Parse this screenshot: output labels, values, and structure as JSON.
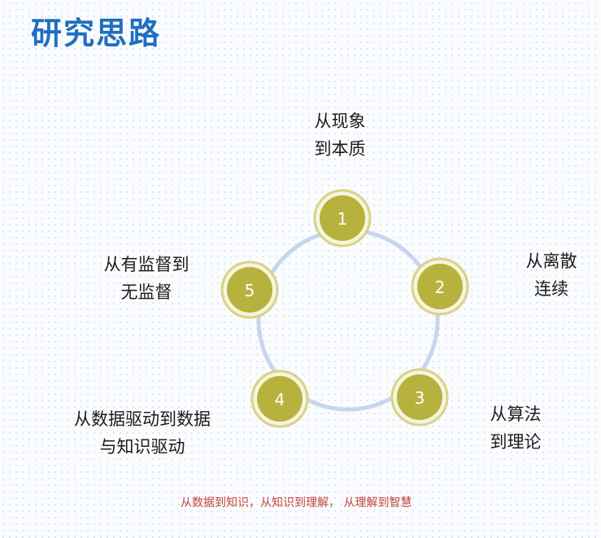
{
  "title": "研究思路",
  "colors": {
    "title": "#1f6fc0",
    "ring": "#c5d6ee",
    "node_fill": "#b7b23e",
    "node_ring": "#d6d38a",
    "footer": "#c0463e"
  },
  "nodes": [
    {
      "number": "1",
      "label_line1": "从现象",
      "label_line2": "到本质"
    },
    {
      "number": "2",
      "label_line1": "从离散",
      "label_line2": "连续"
    },
    {
      "number": "3",
      "label_line1": "从算法",
      "label_line2": "到理论"
    },
    {
      "number": "4",
      "label_line1": "从数据驱动到数据",
      "label_line2": "与知识驱动"
    },
    {
      "number": "5",
      "label_line1": "从有监督到",
      "label_line2": "无监督"
    }
  ],
  "footer": "从数据到知识，从知识到理解， 从理解到智慧"
}
